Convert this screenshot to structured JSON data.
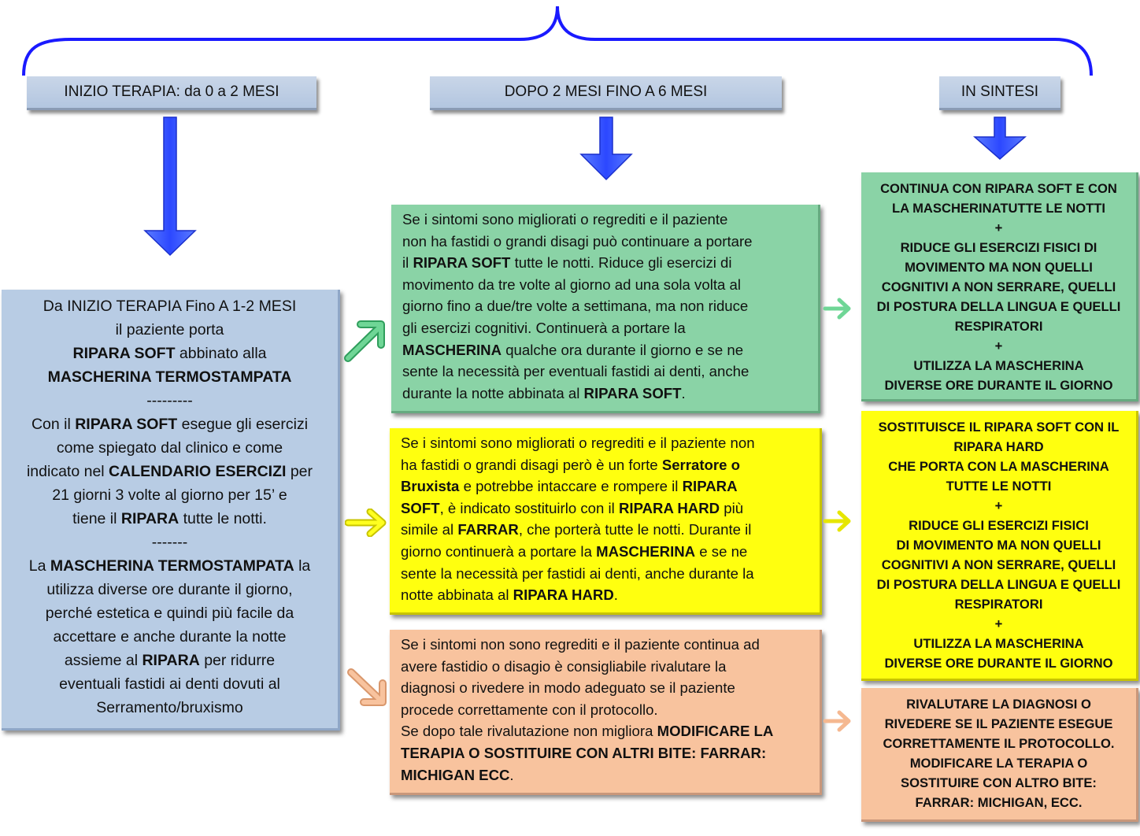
{
  "headers": {
    "col1": "INIZIO TERAPIA: da 0 a 2 MESI",
    "col2": "DOPO 2 MESI FINO A 6 MESI",
    "col3": "IN SINTESI"
  },
  "left_box": [
    [
      {
        "t": "Da INIZIO TERAPIA Fino A 1-2 MESI"
      }
    ],
    [
      {
        "t": "il paziente porta"
      }
    ],
    [
      {
        "t": "RIPARA SOFT",
        "b": true
      },
      {
        "t": " abbinato alla"
      }
    ],
    [
      {
        "t": "MASCHERINA TERMOSTAMPATA",
        "b": true
      }
    ],
    [
      {
        "t": "---------"
      }
    ],
    [
      {
        "t": "Con il "
      },
      {
        "t": "RIPARA SOFT",
        "b": true
      },
      {
        "t": " esegue gli esercizi"
      }
    ],
    [
      {
        "t": "come spiegato dal clinico e come"
      }
    ],
    [
      {
        "t": "indicato nel "
      },
      {
        "t": "CALENDARIO ESERCIZI",
        "b": true
      },
      {
        "t": " per"
      }
    ],
    [
      {
        "t": "21 giorni 3 volte al giorno per 15’ e"
      }
    ],
    [
      {
        "t": "tiene il "
      },
      {
        "t": "RIPARA",
        "b": true
      },
      {
        "t": " tutte le notti."
      }
    ],
    [
      {
        "t": "-------"
      }
    ],
    [
      {
        "t": "La "
      },
      {
        "t": "MASCHERINA TERMOSTAMPATA",
        "b": true
      },
      {
        "t": " la"
      }
    ],
    [
      {
        "t": "utilizza diverse ore durante il giorno,"
      }
    ],
    [
      {
        "t": "perché estetica e quindi più facile da"
      }
    ],
    [
      {
        "t": "accettare e anche durante la notte"
      }
    ],
    [
      {
        "t": "assieme al "
      },
      {
        "t": "RIPARA",
        "b": true
      },
      {
        "t": " per ridurre"
      }
    ],
    [
      {
        "t": "eventuali fastidi ai denti dovuti al"
      }
    ],
    [
      {
        "t": "Serramento/bruxismo"
      }
    ]
  ],
  "mid_green": [
    [
      {
        "t": "Se i sintomi  sono migliorati o regrediti e il paziente"
      }
    ],
    [
      {
        "t": "non ha fastidi o grandi disagi può continuare a portare"
      }
    ],
    [
      {
        "t": "il "
      },
      {
        "t": "RIPARA SOFT",
        "b": true
      },
      {
        "t": " tutte le notti. Riduce gli esercizi di"
      }
    ],
    [
      {
        "t": "movimento da tre volte al giorno ad una sola volta al"
      }
    ],
    [
      {
        "t": "giorno fino a due/tre volte a settimana, ma non riduce"
      }
    ],
    [
      {
        "t": "gli esercizi cognitivi. Continuerà a portare la"
      }
    ],
    [
      {
        "t": "MASCHERINA",
        "b": true
      },
      {
        "t": " qualche ora durante il giorno e se ne"
      }
    ],
    [
      {
        "t": "sente la necessità per eventuali fastidi ai denti, anche"
      }
    ],
    [
      {
        "t": "durante la notte abbinata al "
      },
      {
        "t": "RIPARA SOFT",
        "b": true
      },
      {
        "t": "."
      }
    ]
  ],
  "mid_yellow": [
    [
      {
        "t": "Se i sintomi sono migliorati o regrediti e il paziente non"
      }
    ],
    [
      {
        "t": "ha fastidi o grandi disagi però è un forte "
      },
      {
        "t": "Serratore o",
        "b": true
      }
    ],
    [
      {
        "t": "Bruxista",
        "b": true
      },
      {
        "t": " e potrebbe intaccare e rompere il "
      },
      {
        "t": "RIPARA",
        "b": true
      }
    ],
    [
      {
        "t": "SOFT",
        "b": true
      },
      {
        "t": ", è indicato sostituirlo con il "
      },
      {
        "t": "RIPARA HARD",
        "b": true
      },
      {
        "t": " più"
      }
    ],
    [
      {
        "t": "simile al "
      },
      {
        "t": "FARRAR",
        "b": true
      },
      {
        "t": ", che porterà tutte le notti. Durante il"
      }
    ],
    [
      {
        "t": "giorno continuerà a portare la "
      },
      {
        "t": "MASCHERINA",
        "b": true
      },
      {
        "t": " e se ne"
      }
    ],
    [
      {
        "t": "sente la necessità per fastidi ai denti, anche durante la"
      }
    ],
    [
      {
        "t": "notte abbinata al "
      },
      {
        "t": "RIPARA HARD",
        "b": true
      },
      {
        "t": "."
      }
    ]
  ],
  "mid_peach": [
    [
      {
        "t": "Se i sintomi non sono regrediti e il paziente continua ad"
      }
    ],
    [
      {
        "t": "avere fastidio o disagio è consigliabile rivalutare la"
      }
    ],
    [
      {
        "t": "diagnosi o rivedere  in modo adeguato se il paziente"
      }
    ],
    [
      {
        "t": "procede correttamente con il protocollo."
      }
    ],
    [
      {
        "t": "Se dopo tale rivalutazione non migliora "
      },
      {
        "t": "MODIFICARE LA",
        "b": true
      }
    ],
    [
      {
        "t": "TERAPIA O SOSTITUIRE CON ALTRI BITE: FARRAR:",
        "b": true
      }
    ],
    [
      {
        "t": "MICHIGAN ECC",
        "b": true
      },
      {
        "t": "."
      }
    ]
  ],
  "sum_green": [
    "CONTINUA CON RIPARA SOFT E CON",
    "LA MASCHERINATUTTE LE NOTTI",
    "+",
    "RIDUCE GLI ESERCIZI FISICI DI",
    "MOVIMENTO MA NON QUELLI",
    "COGNITIVI A NON SERRARE, QUELLI",
    "DI POSTURA DELLA LINGUA E QUELLI",
    "RESPIRATORI",
    "+",
    "UTILIZZA LA MASCHERINA",
    "DIVERSE ORE DURANTE IL GIORNO"
  ],
  "sum_yellow": [
    "SOSTITUISCE IL RIPARA SOFT CON IL",
    "RIPARA HARD",
    "CHE PORTA CON LA MASCHERINA",
    "TUTTE LE NOTTI",
    "+",
    "RIDUCE GLI ESERCIZI FISICI",
    "DI MOVIMENTO  MA NON QUELLI",
    "COGNITIVI A NON SERRARE, QUELLI",
    "DI POSTURA DELLA LINGUA E QUELLI",
    "RESPIRATORI",
    "+",
    "UTILIZZA LA MASCHERINA",
    "DIVERSE ORE DURANTE IL GIORNO"
  ],
  "sum_peach": [
    "RIVALUTARE LA DIAGNOSI O",
    "RIVEDERE SE IL PAZIENTE ESEGUE",
    "CORRETTAMENTE IL PROTOCOLLO.",
    "MODIFICARE LA TERAPIA O",
    "SOSTITUIRE CON ALTRO BITE:",
    "FARRAR: MICHIGAN, ECC."
  ],
  "colors": {
    "brace": "#1a1aff",
    "down_arrow": "#3a5cff",
    "green_arrow": "#5fd08a",
    "yellow_arrow": "#f2f200",
    "peach_arrow": "#f5b890",
    "header_bg": "#b8cce4",
    "left_box_bg": "#b8cce4",
    "green_box_bg": "#8ad3a6",
    "yellow_box_bg": "#ffff0f",
    "peach_box_bg": "#f8c39e"
  },
  "icons": [
    "curly-brace",
    "down-arrow",
    "diagonal-up-arrow",
    "right-chevron-arrow",
    "diagonal-down-arrow"
  ]
}
